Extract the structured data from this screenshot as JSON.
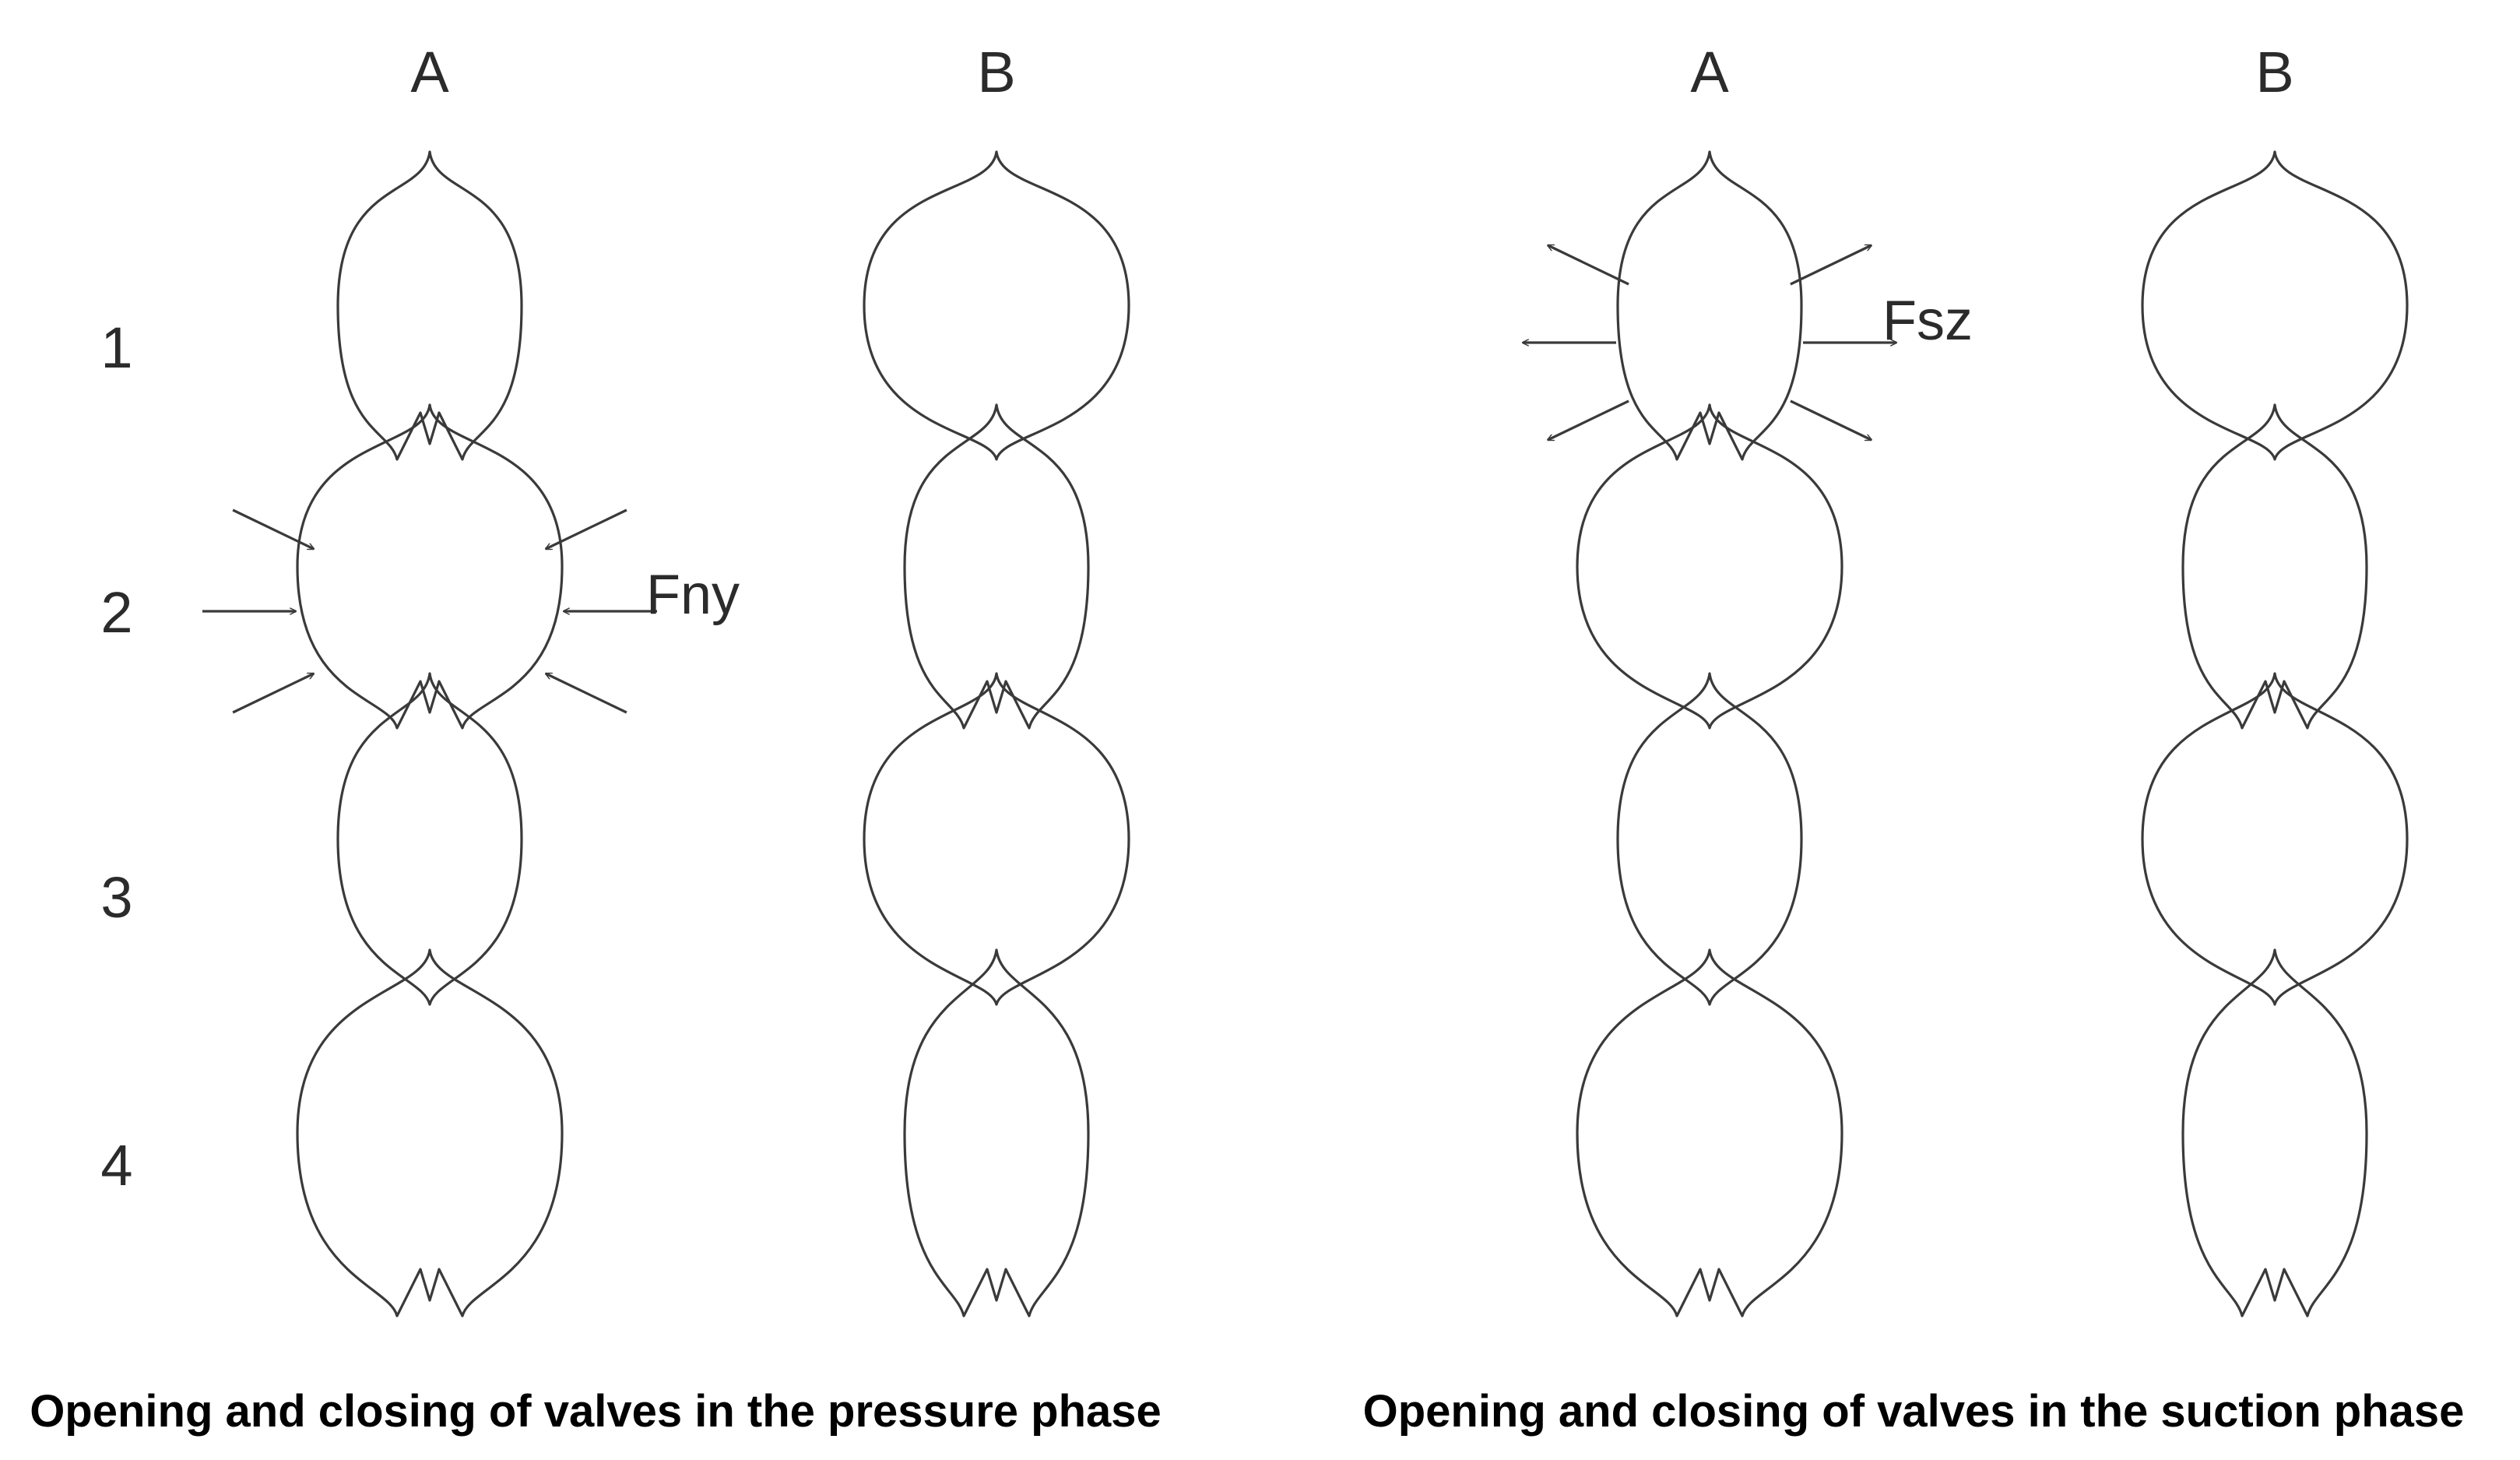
{
  "panels": [
    {
      "caption": "Opening and closing of valves in the pressure phase",
      "columns": [
        "A",
        "B"
      ],
      "force_label": "Fny",
      "force_direction": "inward",
      "force_on": "column A, chamber 2"
    },
    {
      "caption": "Opening and closing of valves in the suction phase",
      "columns": [
        "A",
        "B"
      ],
      "force_label": "Fsz",
      "force_direction": "outward",
      "force_on": "column A, chamber 1"
    }
  ],
  "rows": [
    "1",
    "2",
    "3",
    "4"
  ]
}
